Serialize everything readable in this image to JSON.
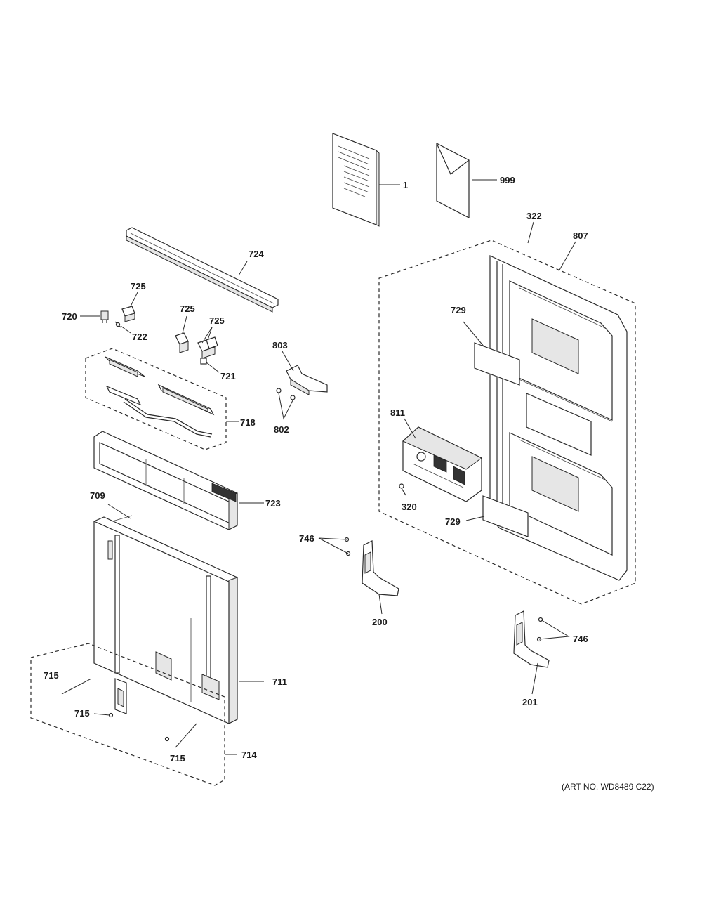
{
  "diagram": {
    "callouts": {
      "c1": "1",
      "c999": "999",
      "c322": "322",
      "c807": "807",
      "c724": "724",
      "c725a": "725",
      "c720": "720",
      "c722": "722",
      "c725b": "725",
      "c725c": "725",
      "c721": "721",
      "c803": "803",
      "c729a": "729",
      "c811": "811",
      "c718": "718",
      "c802": "802",
      "c320": "320",
      "c709": "709",
      "c723": "723",
      "c729b": "729",
      "c746a": "746",
      "c200": "200",
      "c746b": "746",
      "c715a": "715",
      "c711": "711",
      "c201": "201",
      "c715b": "715",
      "c715c": "715",
      "c714": "714"
    },
    "art_number": "(ART NO. WD8489 C22)"
  }
}
